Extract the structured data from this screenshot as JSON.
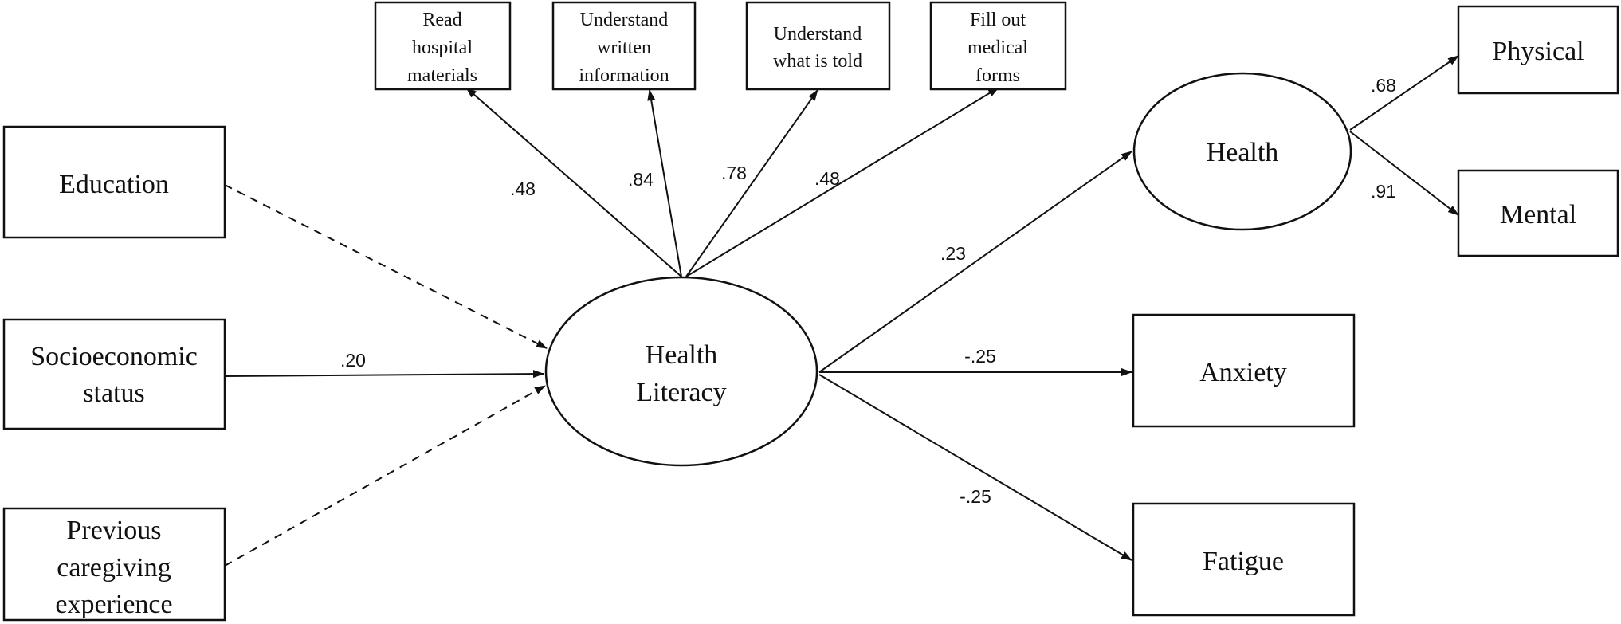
{
  "colors": {
    "stroke": "#111111",
    "background": "#ffffff"
  },
  "central_node": {
    "line1": "Health",
    "line2": "Literacy"
  },
  "predictors": {
    "education": "Education",
    "socioeconomic_line1": "Socioeconomic",
    "socioeconomic_line2": "status",
    "caregiving_line1": "Previous",
    "caregiving_line2": "caregiving",
    "caregiving_line3": "experience"
  },
  "indicators": {
    "read_line1": "Read",
    "read_line2": "hospital",
    "read_line3": "materials",
    "written_line1": "Understand",
    "written_line2": "written",
    "written_line3": "information",
    "told_line1": "Understand",
    "told_line2": "what is told",
    "forms_line1": "Fill out",
    "forms_line2": "medical",
    "forms_line3": "forms"
  },
  "outcomes": {
    "health": "Health",
    "physical": "Physical",
    "mental": "Mental",
    "anxiety": "Anxiety",
    "fatigue": "Fatigue"
  },
  "coefficients": {
    "read": ".48",
    "written": ".84",
    "told": ".78",
    "forms": ".48",
    "socioeconomic": ".20",
    "health": ".23",
    "anxiety": "-.25",
    "fatigue": "-.25",
    "physical": ".68",
    "mental": ".91"
  }
}
